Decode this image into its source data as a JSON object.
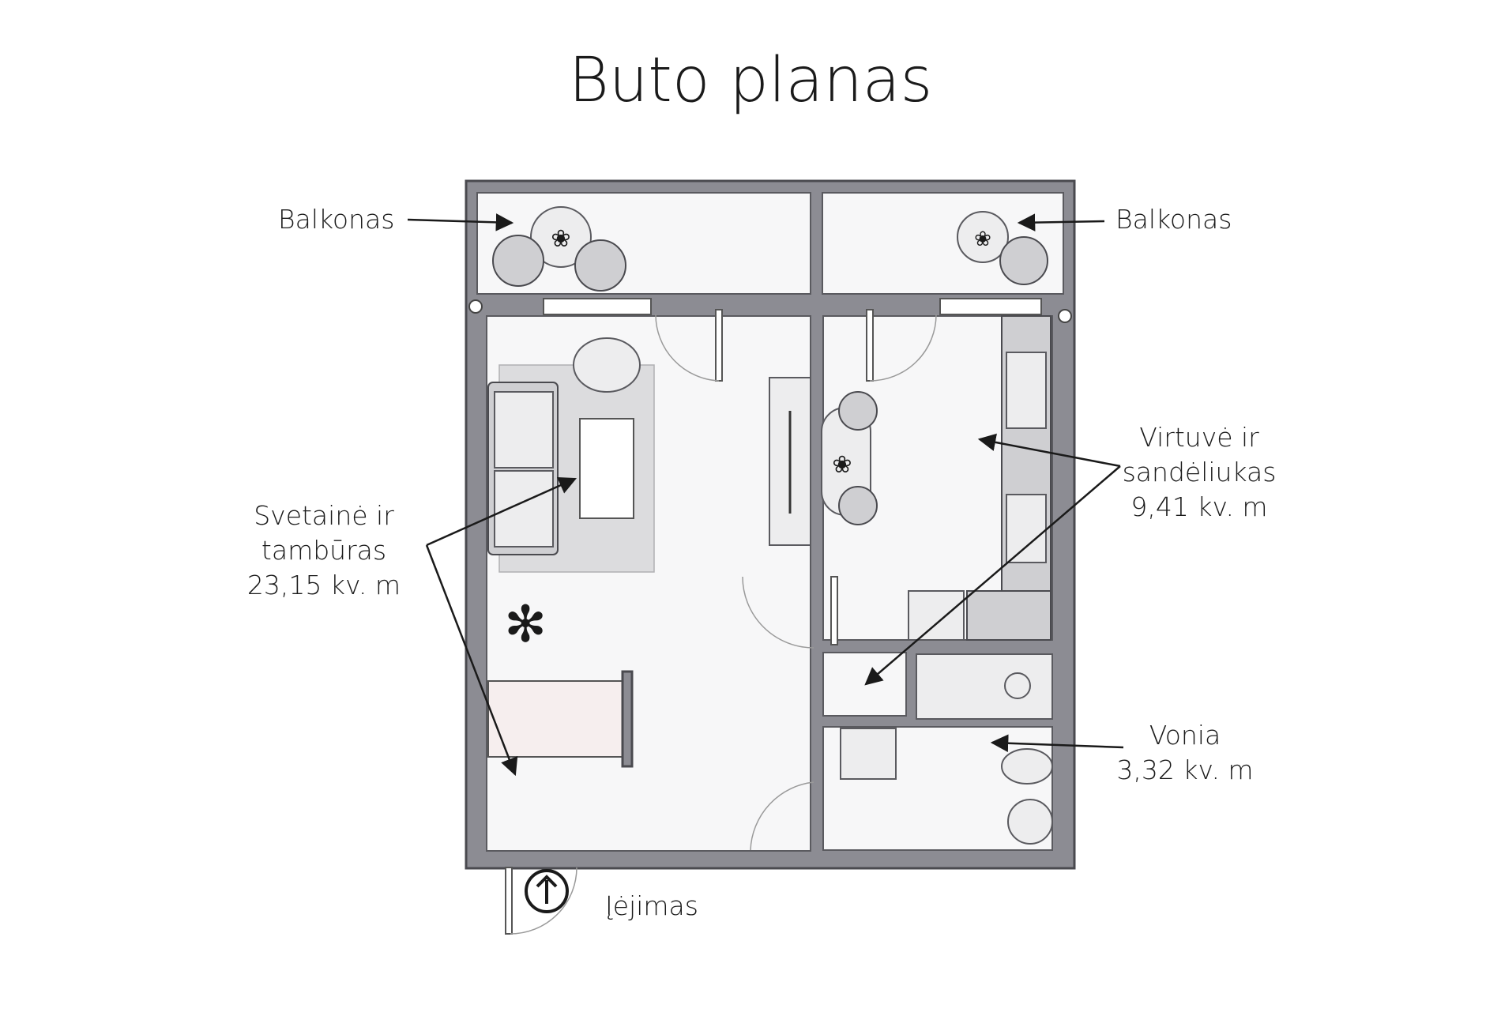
{
  "title": "Buto planas",
  "rooms": {
    "balcony_left": {
      "label": "Balkonas"
    },
    "balcony_right": {
      "label": "Balkonas"
    },
    "living": {
      "line1": "Svetainė ir",
      "line2": "tambūras",
      "area": "23,15 kv. m"
    },
    "kitchen": {
      "line1": "Virtuvė ir",
      "line2": "sandėliukas",
      "area": "9,41 kv. m"
    },
    "bathroom": {
      "line1": "Vonia",
      "area": "3,32 kv. m"
    }
  },
  "entrance": {
    "label": "Įėjimas",
    "icon": "arrow-up-circle-icon"
  },
  "colors": {
    "wall": "#8c8c93",
    "floor": "#f7f7f8",
    "text": "#1a1a1a"
  }
}
